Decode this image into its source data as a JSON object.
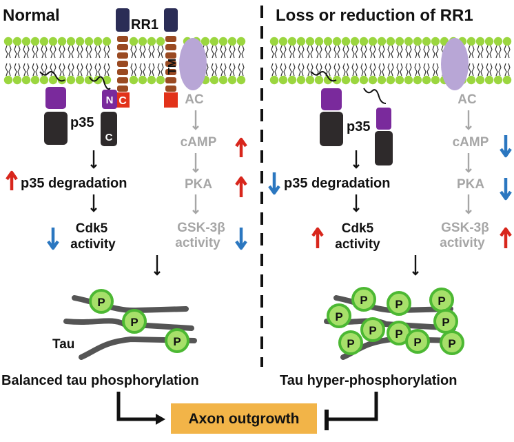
{
  "left": {
    "title": "Normal",
    "receptor_label": "RR1",
    "tm_label": "TM",
    "n_label": "N",
    "c_label": "C",
    "c_red_label": "C",
    "p35_label": "p35",
    "ac_label": "AC",
    "camp_label": "cAMP",
    "pka_label": "PKA",
    "gsk_line1": "GSK-3β",
    "gsk_line2": "activity",
    "p35_degradation": "p35 degradation",
    "cdk5_line1": "Cdk5",
    "cdk5_line2": "activity",
    "tau_label": "Tau",
    "p_label": "P",
    "outcome": "Balanced tau phosphorylation"
  },
  "right": {
    "title": "Loss or reduction of RR1",
    "p35_label": "p35",
    "ac_label": "AC",
    "camp_label": "cAMP",
    "pka_label": "PKA",
    "gsk_line1": "GSK-3β",
    "gsk_line2": "activity",
    "p35_degradation": "p35 degradation",
    "cdk5_line1": "Cdk5",
    "cdk5_line2": "activity",
    "p_label": "P",
    "outcome": "Tau hyper-phosphorylation"
  },
  "bottom": {
    "axon_outgrowth": "Axon outgrowth"
  },
  "colors": {
    "lipid_head": "#9bd63f",
    "lipid_tail": "#333333",
    "receptor_navy": "#2b2d56",
    "receptor_brown": "#9a4a22",
    "receptor_red": "#e2321a",
    "p35_purple": "#7a2a9c",
    "p35_dark": "#2e2a2b",
    "adenylyl_cyclase": "#b8a6d6",
    "pathway_gray": "#a6a6a6",
    "up_arrow": "#d8261c",
    "down_arrow": "#2b77c0",
    "tau_strand": "#555555",
    "phospho_fill": "#a7e06a",
    "phospho_ring": "#4cb833",
    "axon_box": "#f2b448"
  }
}
